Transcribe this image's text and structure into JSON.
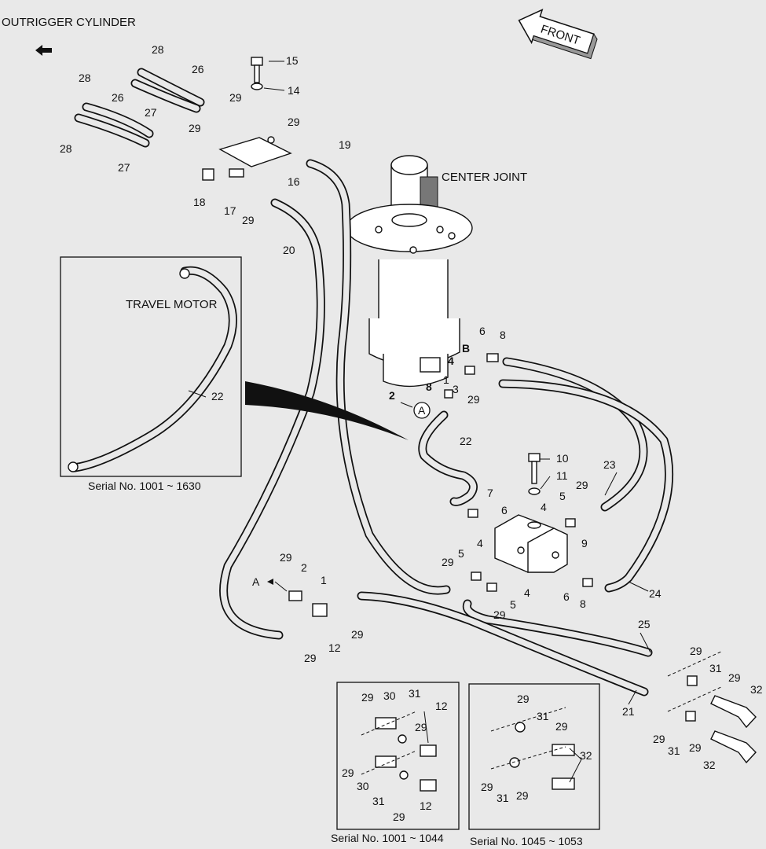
{
  "titles": {
    "outrigger": "OUTRIGGER CYLINDER",
    "center_joint": "CENTER JOINT",
    "travel_motor": "TRAVEL MOTOR",
    "front": "FRONT"
  },
  "serial_captions": {
    "inset_travel": "Serial No. 1001 ~ 1630",
    "inset_left": "Serial No. 1001 ~ 1044",
    "inset_right": "Serial No. 1045 ~ 1053"
  },
  "markers": {
    "circle_a": "A",
    "arrow_a": "A",
    "port_b": "B"
  },
  "callouts": {
    "c28a": "28",
    "c26a": "26",
    "c28b": "28",
    "c26b": "26",
    "c27a": "27",
    "c28c": "28",
    "c27b": "27",
    "c15": "15",
    "c14": "14",
    "c29a": "29",
    "c29b": "29",
    "c29c": "29",
    "c19": "19",
    "c16": "16",
    "c18": "18",
    "c17": "17",
    "c29d": "29",
    "c20": "20",
    "c22a": "22",
    "c6a": "6",
    "c8a": "8",
    "c4a": "4",
    "c1a": "1",
    "c3": "3",
    "c8b": "8",
    "c2a": "2",
    "c29e": "29",
    "c22b": "22",
    "c10": "10",
    "c11": "11",
    "c23": "23",
    "c7": "7",
    "c5a": "5",
    "c29f": "29",
    "c4b": "4",
    "c6b": "6",
    "c9": "9",
    "c29g": "29",
    "c5b": "5",
    "c4c": "4",
    "c4d": "4",
    "c6c": "6",
    "c8c": "8",
    "c24": "24",
    "c5c": "5",
    "c29h": "29",
    "c29i": "29",
    "c2b": "2",
    "c1b": "1",
    "c29j": "29",
    "c12a": "12",
    "c29k": "29",
    "c25": "25",
    "c29l": "29",
    "c31a": "31",
    "c29m": "29",
    "c32a": "32",
    "c21": "21",
    "c29n": "29",
    "c31b": "31",
    "c29o": "29",
    "c32b": "32",
    "c29p": "29",
    "c30a": "30",
    "c31c": "31",
    "c29q": "29",
    "c12b": "12",
    "c29r": "29",
    "c30b": "30",
    "c31d": "31",
    "c29s": "29",
    "c12c": "12",
    "c29t": "29",
    "c31e": "31",
    "c29u": "29",
    "c32c": "32",
    "c29v": "29",
    "c31f": "31",
    "c29w": "29"
  }
}
